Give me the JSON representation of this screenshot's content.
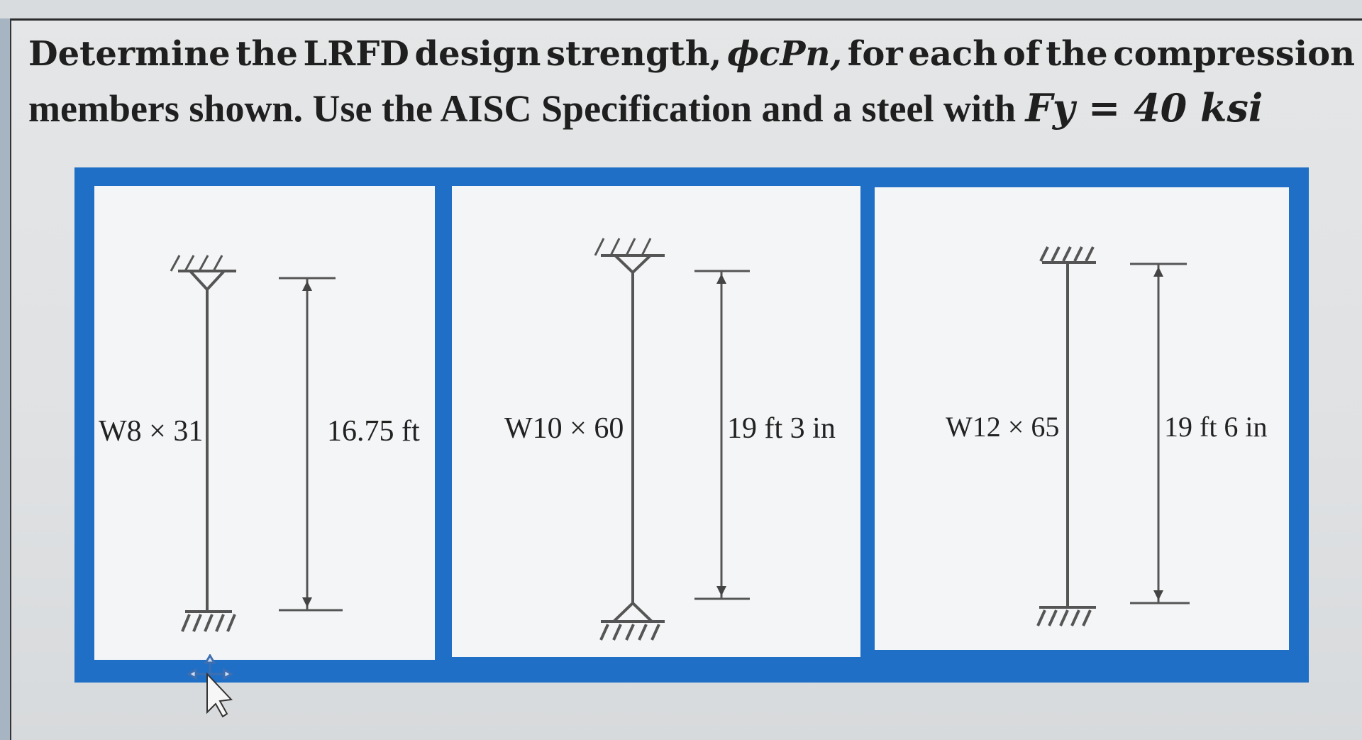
{
  "question": {
    "line1": [
      "Determine",
      "the",
      "LRFD",
      "design",
      "strength,",
      "ϕcPn,",
      "for",
      "each",
      "of",
      "the",
      "compression"
    ],
    "line2_text": "members shown. Use the AISC Specification and a steel with ",
    "line2_math": "Fy = 40 ksi"
  },
  "members": [
    {
      "section": "W8 × 31",
      "length": "16.75 ft",
      "top_support": "pinned",
      "bottom_support": "fixed"
    },
    {
      "section": "W10 × 60",
      "length": "19 ft 3 in",
      "top_support": "pinned",
      "bottom_support": "pinned"
    },
    {
      "section": "W12 × 65",
      "length": "19 ft 6 in",
      "top_support": "fixed",
      "bottom_support": "fixed"
    }
  ],
  "colors": {
    "frame": "#1f6fc6",
    "panel": "#f4f5f6",
    "line": "#444444"
  }
}
